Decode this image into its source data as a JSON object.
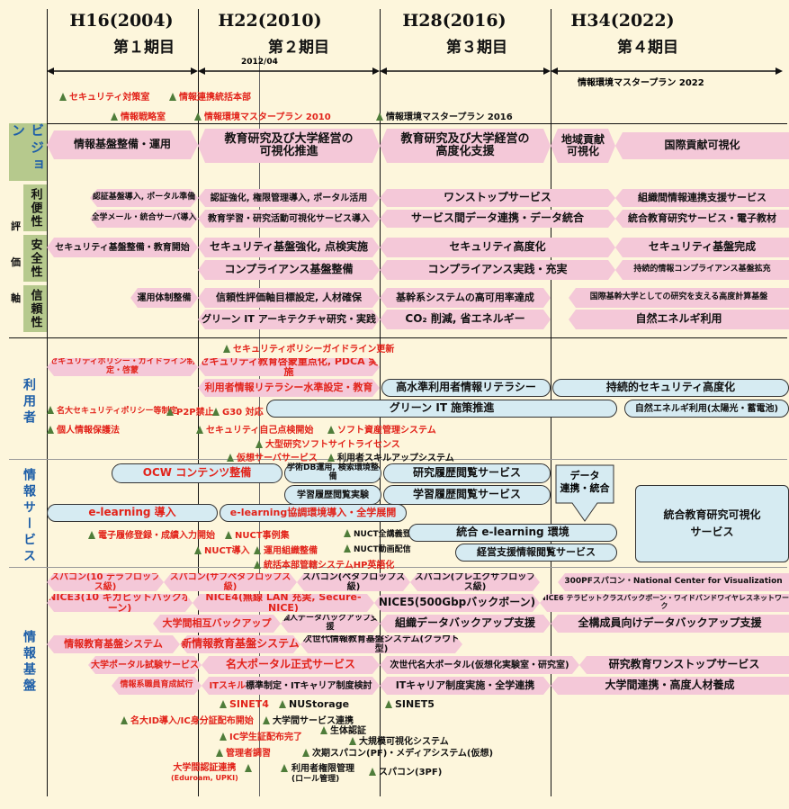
{
  "periods": [
    {
      "year": "H16(2004)",
      "term": "第１期目"
    },
    {
      "year": "H22(2010)",
      "term": "第２期目"
    },
    {
      "year": "H28(2016)",
      "term": "第３期目"
    },
    {
      "year": "H34(2022)",
      "term": "第４期目"
    }
  ],
  "date_2012": "2012/04",
  "plan_2022": "情報環境マスタープラン 2022",
  "top_milestones": {
    "m1": "セキュリティ対策室",
    "m2": "情報連携統括本部",
    "m3": "情報戦略室",
    "m4": "情報環境マスタープラン 2010",
    "m5": "情報環境マスタープラン 2016"
  },
  "section_labels": {
    "vision": "ビジョン",
    "eval": "評価軸",
    "eval_1": "評",
    "eval_2": "価",
    "eval_3": "軸",
    "convenience": "利便性",
    "safety": "安全性",
    "reliability": "信頼性",
    "users": "利用者",
    "info_service": "情報サービス",
    "info_infra": "情報基盤"
  },
  "vision": {
    "v1": "情報基盤整備・運用",
    "v2a": "教育研究及び大学経営の",
    "v2b": "可視化推進",
    "v3a": "教育研究及び大学経営の",
    "v3b": "高度化支援",
    "v4a": "地域貢献",
    "v4b": "可視化",
    "v5": "国際貢献可視化"
  },
  "convenience": {
    "a1": "認証基盤導入, ポータル準備",
    "a2": "認証強化, 権限管理導入, ポータル活用",
    "a3": "ワンストップサービス",
    "a4": "組織間情報連携支援サービス",
    "b1": "全学メール・統合サーバ導入",
    "b2": "教育学習・研究活動可視化サービス導入",
    "b3": "サービス間データ連携・データ統合",
    "b4": "統合教育研究サービス・電子教材"
  },
  "safety": {
    "a1": "セキュリティ基盤整備・教育開始",
    "a2": "セキュリティ基盤強化, 点検実施",
    "a3": "セキュリティ高度化",
    "a4": "セキュリティ基盤完成",
    "b2": "コンプライアンス基盤整備",
    "b3": "コンプライアンス実践・充実",
    "b4": "持続的情報コンプライアンス基盤拡充"
  },
  "reliability": {
    "a1": "運用体制整備",
    "a2": "信頼性評価軸目標設定, 人材確保",
    "a3": "基幹系システムの高可用率達成",
    "a4": "国際基幹大学としての研究を支える高度計算基盤",
    "b2": "グリーン IT アーキテクチャ研究・実践",
    "b3": "CO₂ 削減, 省エネルギー",
    "b4": "自然エネルギ利用"
  },
  "users": {
    "m1": "セキュリティポリシーガイドライン更新",
    "r1a": "セキュリティポリシー・ガイドライン制定・啓蒙",
    "r1b": "セキュリティ教育啓蒙重点化, PDCA 実施",
    "r2a": "利用者情報リテラシー水準設定・教育",
    "r2b": "高水準利用者情報リテラシー",
    "r2c": "持続的セキュリティ高度化",
    "m2": "名大セキュリティポリシー等制定",
    "m3": "P2P禁止",
    "m4": "G30 対応",
    "r3a": "グリーン IT 施策推進",
    "r3b": "自然エネルギ利用(太陽光・蓄電池)",
    "m5": "個人情報保護法",
    "m6": "セキュリティ自己点検開始",
    "m7": "ソフト資産管理システム",
    "m8": "大型研究ソフトサイトライセンス",
    "m9": "仮想サーバサービス",
    "m10": "利用者スキルアップシステム"
  },
  "service": {
    "b1": "OCW コンテンツ整備",
    "b2": "学術DB運用, 検索環境整備",
    "b3": "研究履歴閲覧サービス",
    "b4a": "データ",
    "b4b": "連携・統合",
    "b5": "学習履歴閲覧実験",
    "b6": "学習履歴閲覧サービス",
    "b7a": "統合教育研究可視化",
    "b7b": "サービス",
    "b8": "e-learning 導入",
    "b9": "e-learning協調環境導入・全学展開",
    "m1": "電子履修登録・成績入力開始",
    "m2": "NUCT事例集",
    "m3": "NUCT全講義登録",
    "b10": "統合 e-learning 環境",
    "m4": "NUCT導入",
    "m5": "運用組織整備",
    "m6": "NUCT動画配信",
    "b11": "経営支援情報閲覧サービス",
    "m7": "統括本部管轄システムHP英語化"
  },
  "infra": {
    "s1": "スパコン(10 テラフロップス級)",
    "s2": "スパコン(サブペタフロップス級)",
    "s3": "スパコン(ペタフロップス級)",
    "s4": "スパコン(プレエクサフロップス級)",
    "s5": "300PFスパコン・National Center for Visualization",
    "n1": "NICE3(10 ギガビットバックボーン)",
    "n2": "NICE4(無線 LAN 充実, Secure-NICE)",
    "n3": "NICE5(500Gbpバックボーン)",
    "n4": "NICE6 テラビットクラスバックボーン・ワイドバンドワイヤレスネットワーク",
    "k1": "大学間相互バックアップ",
    "k2": "個人データバックアップ支援",
    "k3": "組織データバックアップ支援",
    "k4": "全構成員向けデータバックアップ支援",
    "e1": "情報教育基盤システム",
    "e2": "新情報教育基盤システム",
    "e3": "次世代情報教育基盤システム(クラウド型)",
    "p1": "大学ポータル試験サービス",
    "p2": "名大ポータル正式サービス",
    "p3": "次世代名大ポータル(仮想化実験室・研究室)",
    "p4": "研究教育ワンストップサービス",
    "t1": "情報系職員育成試行",
    "t2a": "ITスキル",
    "t2b": "標準制定・ITキャリア制度検討",
    "t3": "ITキャリア制度実施・全学連携",
    "t4": "大学間連携・高度人材養成",
    "m1": "SINET4",
    "m2": "NUStorage",
    "m3": "SINET5",
    "m4": "名大ID導入/IC身分証配布開始",
    "m5": "大学間サービス連携",
    "m6": "生体認証",
    "m7": "IC学生証配布完了",
    "m8": "大規模可視化システム",
    "m9": "管理者調習",
    "m10": "次期スパコン(PF)・メディアシステム(仮想)",
    "m11a": "大学間認証連携",
    "m11b": "(Eduroam, UPKI)",
    "m12a": "利用者権限管理",
    "m12b": "(ロール管理)",
    "m13": "スパコン(3PF)"
  },
  "colors": {
    "pink": "#f4c8d8",
    "blue": "#d6ebf2",
    "red": "#e2231a",
    "green": "#b6c98d",
    "section_blue": "#1f5fa8"
  }
}
